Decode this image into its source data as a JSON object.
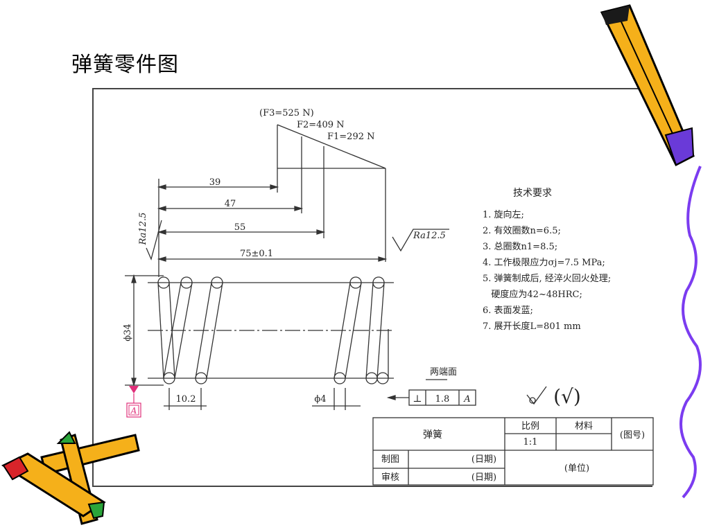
{
  "slide": {
    "title": "弹簧零件图"
  },
  "forces": {
    "f3": "(F3=525 N)",
    "f2": "F2=409 N",
    "f1": "F1=292 N"
  },
  "dimensions": {
    "d39": "39",
    "d47": "47",
    "d55": "55",
    "d75": "75±0.1",
    "dia34": "ϕ34",
    "pitch": "10.2",
    "wire": "ϕ4"
  },
  "roughness": {
    "left": "Ra12.5",
    "right": "Ra12.5"
  },
  "tech": {
    "title": "技术要求",
    "items": [
      "1. 旋向左;",
      "2. 有效圈数n=6.5;",
      "3. 总圈数n1=8.5;",
      "4. 工作极限应力σj=7.5 MPa;",
      "5. 弹簧制成后, 经淬火回火处理;",
      "   硬度应为42~48HRC;",
      "6. 表面发蓝;",
      "7. 展开长度L=801 mm"
    ]
  },
  "tolerance": {
    "label": "两端面",
    "symbol": "⊥",
    "value": "1.8",
    "datum": "A",
    "datum_marker": "A"
  },
  "surface_symbol": "(√)",
  "title_block": {
    "part_name": "弹簧",
    "scale_label": "比例",
    "material_label": "材料",
    "scale_value": "1:1",
    "drawing_no": "(图号)",
    "drawn_label": "制图",
    "checked_label": "审核",
    "date1": "(日期)",
    "date2": "(日期)",
    "unit": "(单位)"
  }
}
